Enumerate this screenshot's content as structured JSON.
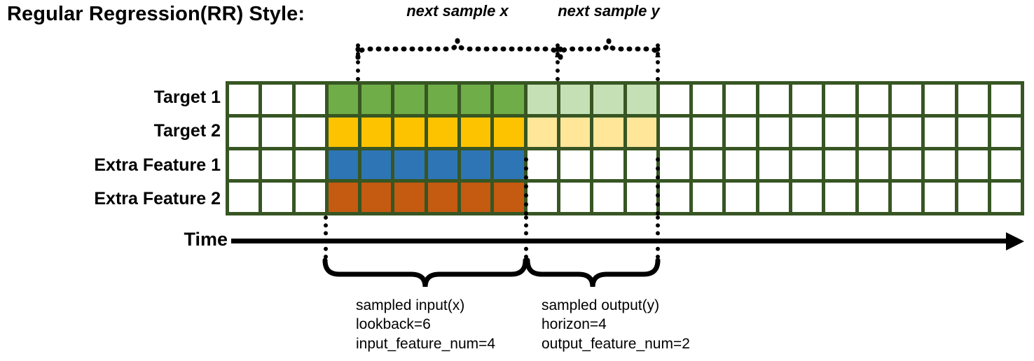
{
  "title": "Regular Regression(RR) Style:",
  "rows": [
    {
      "label": "Target 1",
      "solid_color": "#6fad48",
      "faded_color": "#c5e0b4",
      "has_faded": true
    },
    {
      "label": "Target 2",
      "solid_color": "#fdc300",
      "faded_color": "#ffe699",
      "has_faded": true
    },
    {
      "label": "Extra Feature 1",
      "solid_color": "#2e75b6",
      "faded_color": "#ffffff",
      "has_faded": false
    },
    {
      "label": "Extra Feature 2",
      "solid_color": "#c55a11",
      "faded_color": "#ffffff",
      "has_faded": false
    }
  ],
  "grid": {
    "total_columns": 24,
    "leading_empty_columns": 3,
    "input_columns": 6,
    "output_columns": 4,
    "trailing_empty_columns": 11,
    "border_color": "#375623",
    "empty_cell_color": "#ffffff"
  },
  "axis": {
    "label": "Time",
    "arrow_icon": "right-arrow-icon"
  },
  "top_braces": [
    {
      "label": "next sample x"
    },
    {
      "label": "next sample y"
    }
  ],
  "bottom_braces": [
    {
      "lines": [
        "sampled input(x)",
        "lookback=6",
        "input_feature_num=4"
      ]
    },
    {
      "lines": [
        "sampled output(y)",
        "horizon=4",
        "output_feature_num=2"
      ]
    }
  ]
}
